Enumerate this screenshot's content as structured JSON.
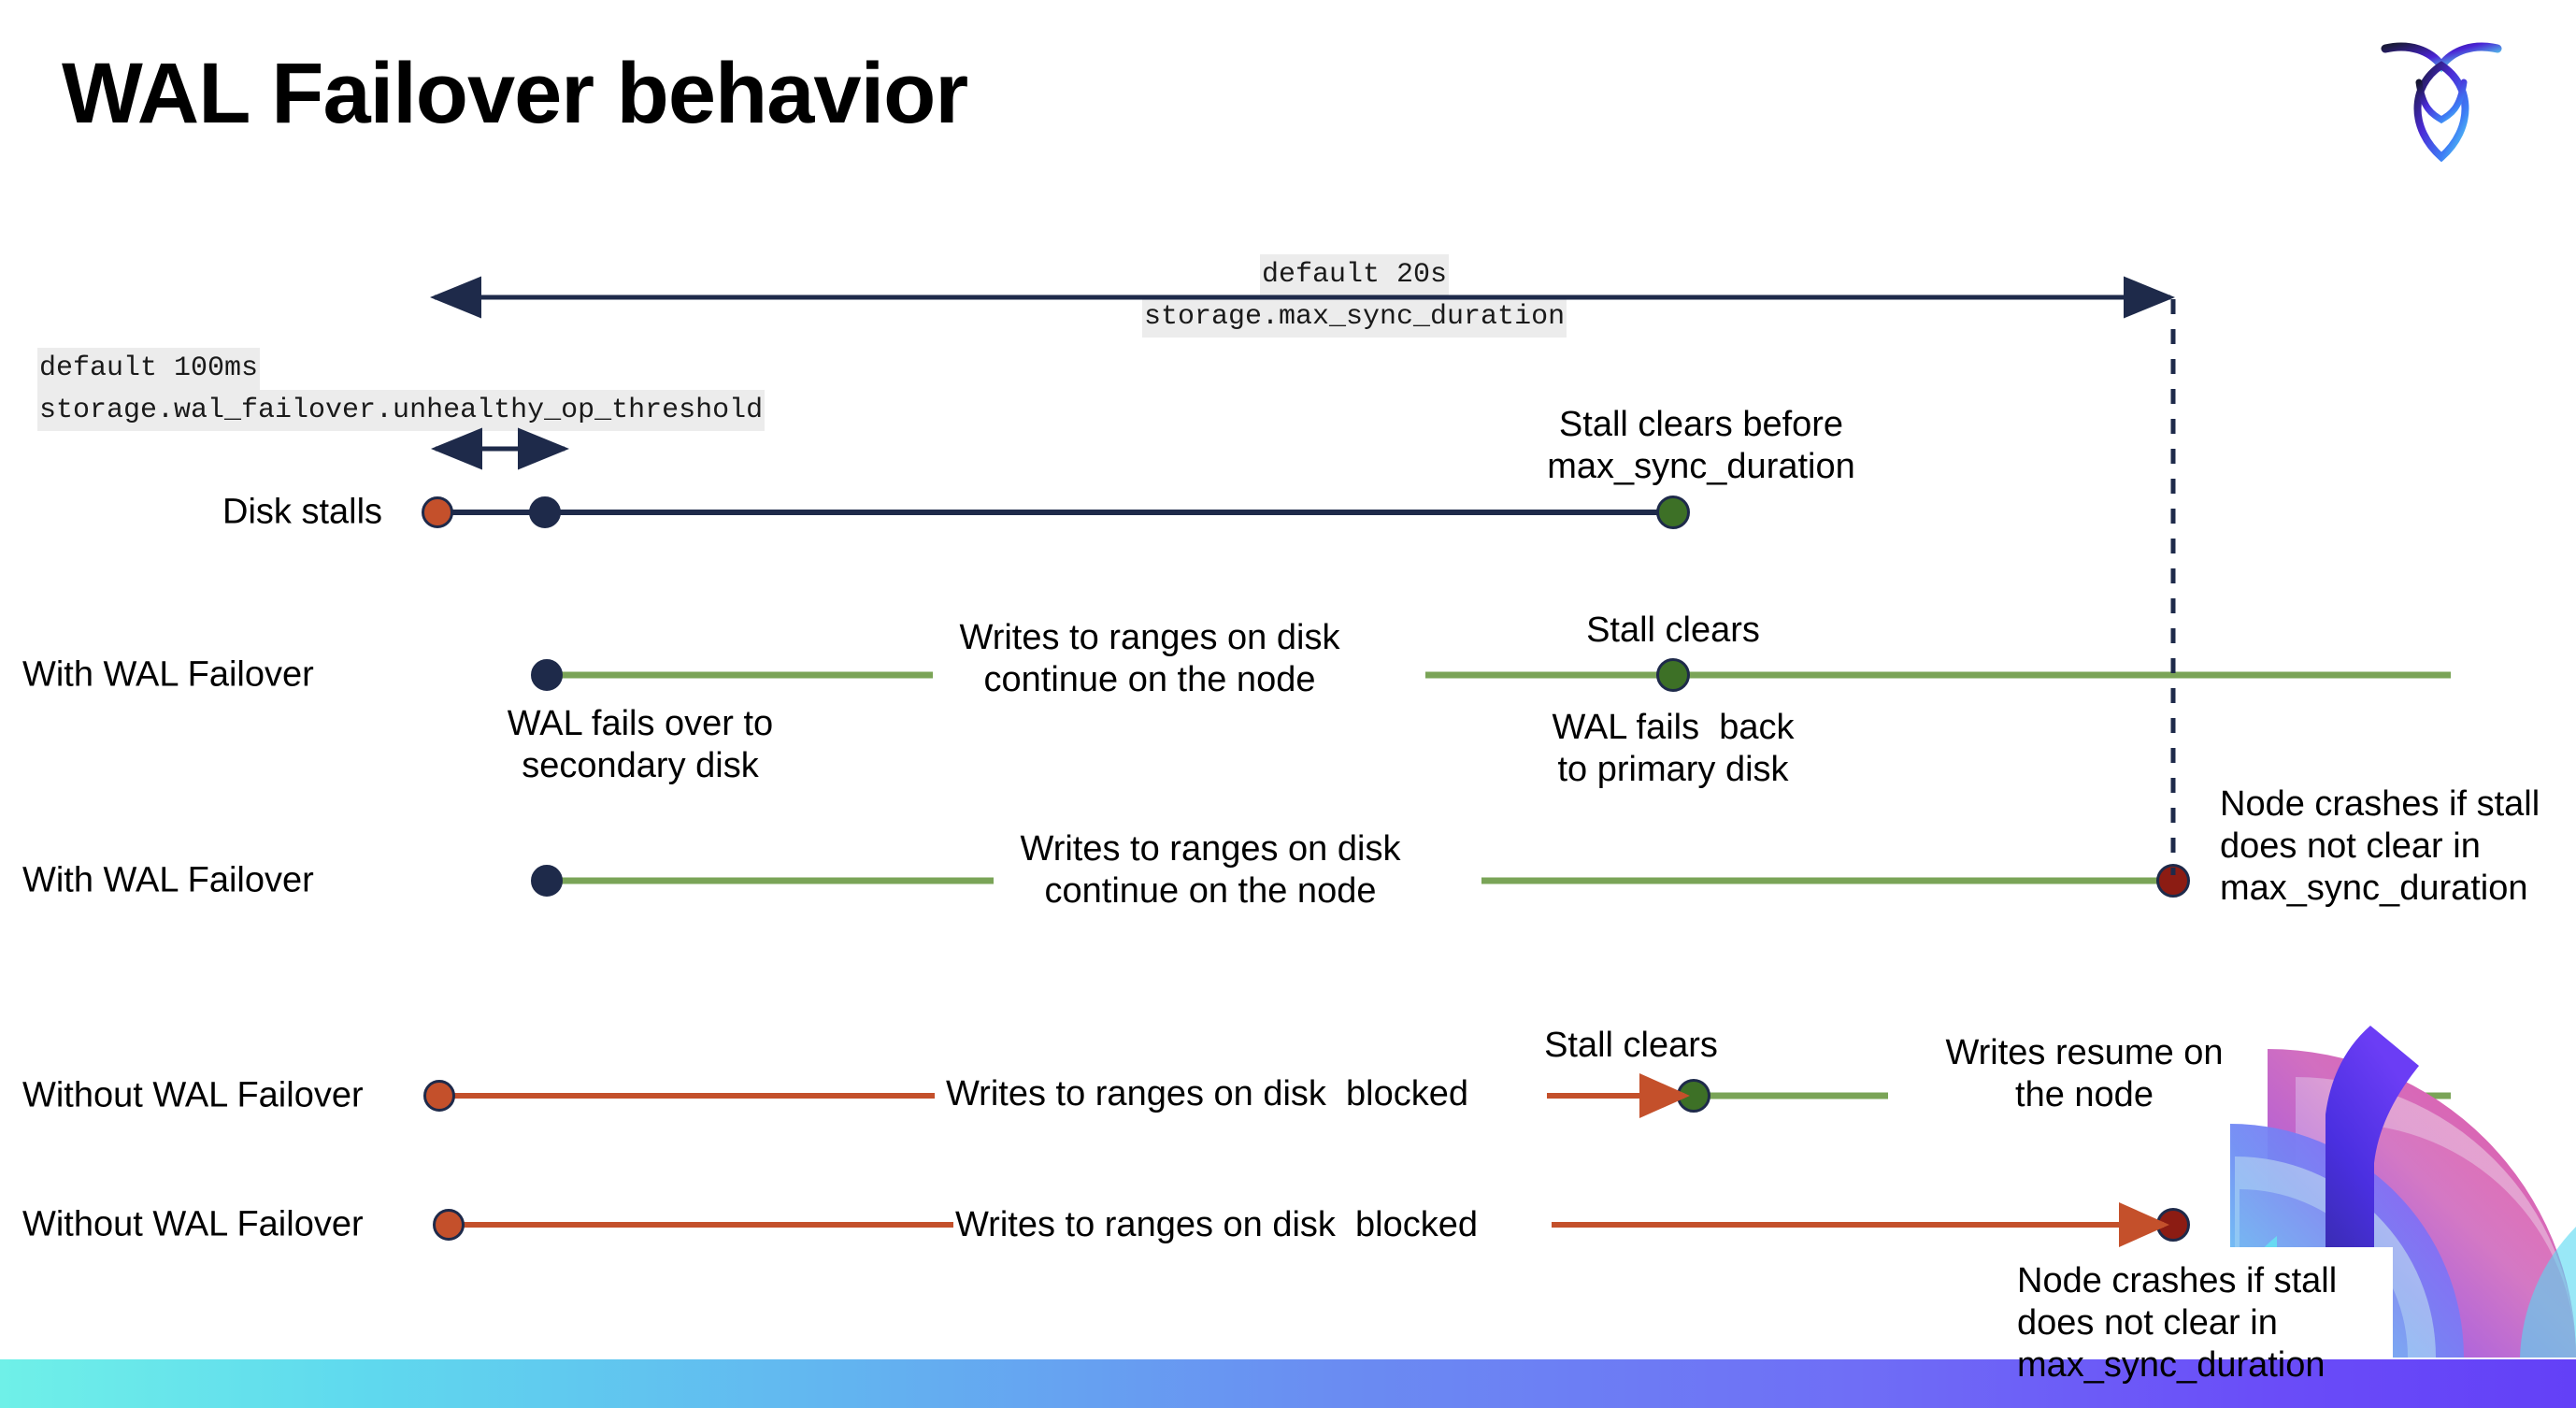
{
  "slide": {
    "title": "WAL Failover behavior",
    "logo_name": "cockroachdb-logo"
  },
  "annotations": {
    "max_sync": {
      "line1": "default 20s",
      "line2": "storage.max_sync_duration"
    },
    "unhealthy_op": {
      "line1": "default 100ms",
      "line2": "storage.wal_failover.unhealthy_op_threshold"
    }
  },
  "rows": [
    {
      "label": "Disk stalls",
      "callouts": [
        "Stall clears before\nmax_sync_duration"
      ]
    },
    {
      "label": "With WAL Failover",
      "callouts": [
        "WAL fails over to\nsecondary disk",
        "Writes to ranges on disk\ncontinue on the node",
        "Stall clears",
        "WAL fails  back\nto primary disk"
      ]
    },
    {
      "label": "With WAL Failover",
      "callouts": [
        "Writes to ranges on disk\ncontinue on the node",
        "Node crashes if stall\ndoes not clear in\nmax_sync_duration"
      ]
    },
    {
      "label": "Without WAL Failover",
      "callouts": [
        "Writes to ranges on disk  blocked",
        "Stall clears",
        "Writes resume on\nthe node"
      ]
    },
    {
      "label": "Without WAL Failover",
      "callouts": [
        "Writes to ranges on disk  blocked",
        "Node crashes if stall\ndoes not clear in\nmax_sync_duration"
      ]
    }
  ],
  "colors": {
    "navy": "#1e2a4a",
    "orange": "#c4502b",
    "green_dot": "#3d7026",
    "green_line": "#7aa457",
    "dark_red": "#8c1c13",
    "code_bg": "#ececec",
    "bar_start": "#6ff0e8",
    "bar_end": "#6340f7"
  }
}
